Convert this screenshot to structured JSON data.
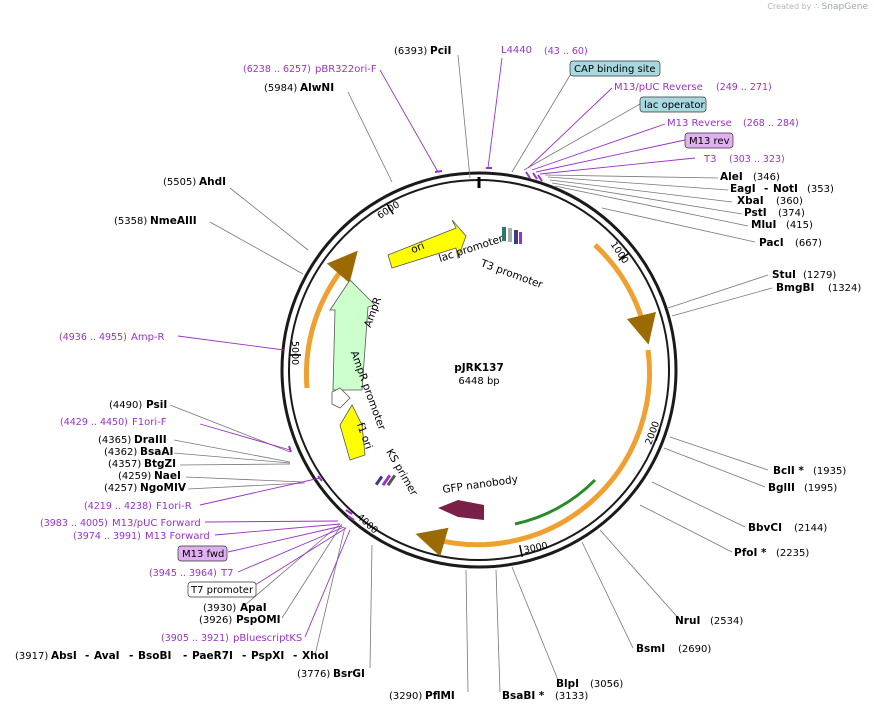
{
  "credit": {
    "created_by": "Created by",
    "brand": "SnapGene"
  },
  "plasmid": {
    "name": "pJRK137",
    "size": "6448 bp"
  },
  "ticks": [
    "1000",
    "2000",
    "3000",
    "4000",
    "5000",
    "6000"
  ],
  "features": {
    "ori": "ori",
    "ampr": "AmpR",
    "ampr_promoter": "AmpR promoter",
    "f1_ori": "f1 ori",
    "lac_promoter": "lac promoter",
    "t3_promoter": "T3 promoter",
    "ks_primer": "KS primer",
    "gfp_nanobody": "GFP nanobody"
  },
  "labels": {
    "pcii": {
      "pos": "(6393)",
      "name": "PciI"
    },
    "l4440": {
      "name": "L4440",
      "range": "(43 .. 60)"
    },
    "pbr322": {
      "range": "(6238 .. 6257)",
      "name": "pBR322ori-F"
    },
    "alwni": {
      "pos": "(5984)",
      "name": "AlwNI"
    },
    "cap": {
      "name": "CAP binding site"
    },
    "m13puc_rev": {
      "name": "M13/pUC Reverse",
      "range": "(249 .. 271)"
    },
    "lac_operator": {
      "name": "lac operator"
    },
    "m13_reverse": {
      "name": "M13 Reverse",
      "range": "(268 .. 284)"
    },
    "m13_rev": {
      "name": "M13 rev"
    },
    "t3": {
      "name": "T3",
      "range": "(303 .. 323)"
    },
    "alei": {
      "name": "AleI",
      "pos": "(346)"
    },
    "eagi": {
      "name": "EagI",
      "sep": "-",
      "name2": "NotI",
      "pos": "(353)"
    },
    "xbai": {
      "name": "XbaI",
      "pos": "(360)"
    },
    "psti": {
      "name": "PstI",
      "pos": "(374)"
    },
    "mlui": {
      "name": "MluI",
      "pos": "(415)"
    },
    "paci": {
      "name": "PacI",
      "pos": "(667)"
    },
    "ahdi": {
      "pos": "(5505)",
      "name": "AhdI"
    },
    "nmeaiii": {
      "pos": "(5358)",
      "name": "NmeAIII"
    },
    "stui": {
      "name": "StuI",
      "pos": "(1279)"
    },
    "bmgbi": {
      "name": "BmgBI",
      "pos": "(1324)"
    },
    "ampr_primer": {
      "range": "(4936 .. 4955)",
      "name": "Amp-R"
    },
    "psii": {
      "pos": "(4490)",
      "name": "PsiI"
    },
    "f1ori_f": {
      "range": "(4429 .. 4450)",
      "name": "F1ori-F"
    },
    "draiii": {
      "pos": "(4365)",
      "name": "DraIII"
    },
    "bsaai": {
      "pos": "(4362)",
      "name": "BsaAI"
    },
    "btgzi": {
      "pos": "(4357)",
      "name": "BtgZI"
    },
    "naei": {
      "pos": "(4259)",
      "name": "NaeI"
    },
    "ngomiv": {
      "pos": "(4257)",
      "name": "NgoMIV"
    },
    "f1ori_r": {
      "range": "(4219 .. 4238)",
      "name": "F1ori-R"
    },
    "m13puc_fwd": {
      "range": "(3983 .. 4005)",
      "name": "M13/pUC Forward"
    },
    "m13_forward": {
      "range": "(3974 .. 3991)",
      "name": "M13 Forward"
    },
    "m13_fwd": {
      "name": "M13 fwd"
    },
    "t7": {
      "range": "(3945 .. 3964)",
      "name": "T7"
    },
    "t7_promoter": {
      "name": "T7 promoter"
    },
    "bcli": {
      "name": "BclI *",
      "pos": "(1935)"
    },
    "bglii": {
      "name": "BglII",
      "pos": "(1995)"
    },
    "bbvci": {
      "name": "BbvCI",
      "pos": "(2144)"
    },
    "pfoi": {
      "name": "PfoI *",
      "pos": "(2235)"
    },
    "apai": {
      "pos": "(3930)",
      "name": "ApaI"
    },
    "pspomi": {
      "pos": "(3926)",
      "name": "PspOMI"
    },
    "pbluescriptks": {
      "range": "(3905 .. 3921)",
      "name": "pBluescriptKS"
    },
    "absi": {
      "pos": "(3917)",
      "name": "AbsI",
      "sep": "-",
      "n2": "AvaI",
      "n3": "BsoBI",
      "n4": "PaeR7I",
      "n5": "PspXI",
      "n6": "XhoI"
    },
    "nrui": {
      "name": "NruI",
      "pos": "(2534)"
    },
    "bsmi": {
      "name": "BsmI",
      "pos": "(2690)"
    },
    "bsrgi": {
      "pos": "(3776)",
      "name": "BsrGI"
    },
    "blpi": {
      "name": "BlpI",
      "pos": "(3056)"
    },
    "pflmi": {
      "pos": "(3290)",
      "name": "PflMI"
    },
    "bsabi": {
      "name": "BsaBI *",
      "pos": "(3133)"
    }
  },
  "colors": {
    "backbone": "#1a1a1a",
    "orange_feature": "#f0a030",
    "yellow_feature": "#ffff00",
    "ampr_green": "#ccffcc",
    "gfp": "#7a2048",
    "primer_purple": "#9b32c8",
    "callout_blue": "#a8d8e0",
    "callout_purple": "#e0b0f0"
  }
}
